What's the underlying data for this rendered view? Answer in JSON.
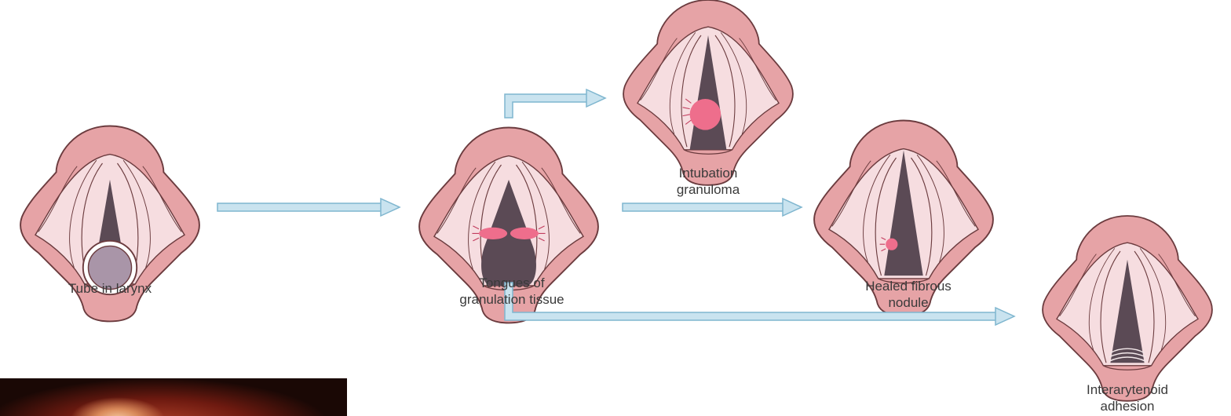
{
  "labels": {
    "tube": "Tube in larynx",
    "tongues_1": "Tongues of",
    "tongues_2": "granulation tissue",
    "granuloma_1": "Intubation",
    "granuloma_2": "granuloma",
    "nodule_1": "Healed fibrous",
    "nodule_2": "nodule",
    "adhesion_1": "Interarytenoid",
    "adhesion_2": "adhesion"
  },
  "colors": {
    "outer_tissue": "#e6a3a6",
    "inner_fold": "#f6dde0",
    "outline": "#6b3b3e",
    "glottis": "#5b4a55",
    "lesion": "#ee6e8c",
    "arrow_fill": "#c9e3ef",
    "arrow_stroke": "#7fb6cf",
    "tube_fill": "#a995a8"
  }
}
